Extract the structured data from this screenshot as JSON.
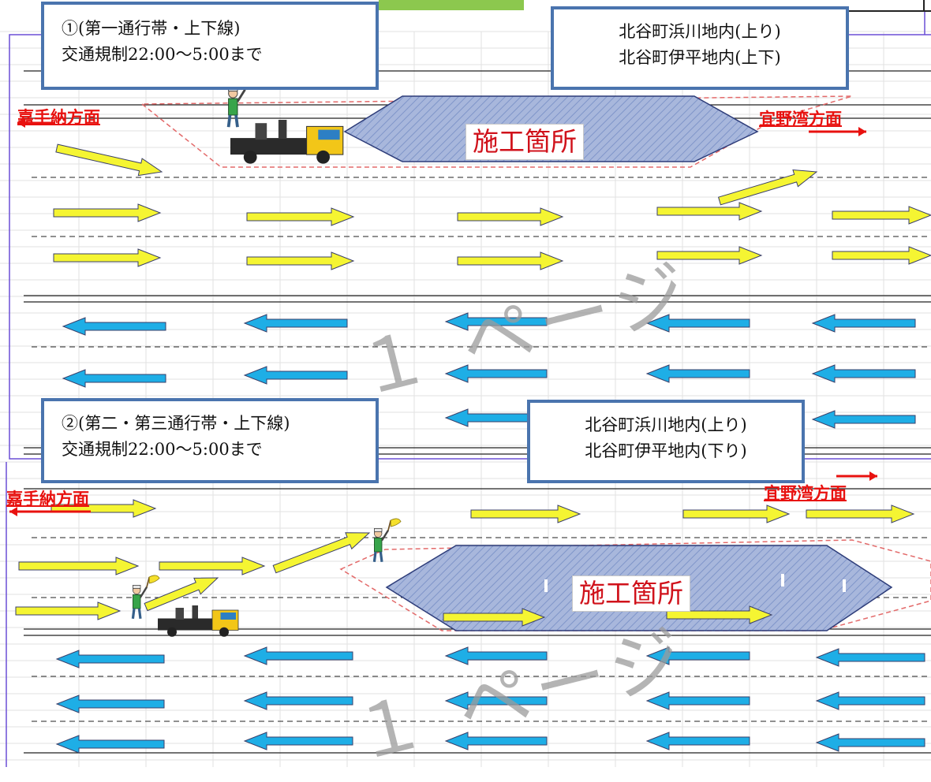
{
  "sections": [
    {
      "id": "section-1",
      "callout_left": [
        "①(第一通行帯・上下線)",
        "交通規制22:00〜5:00まで"
      ],
      "callout_right": [
        "北谷町浜川地内(上り)",
        "北谷町伊平地内(上下)"
      ],
      "direction_left": "嘉手納方面",
      "direction_right": "宜野湾方面",
      "site_label": "施工箇所",
      "watermark": "１ ページ"
    },
    {
      "id": "section-2",
      "callout_left": [
        "②(第二・第三通行帯・上下線)",
        "交通規制22:00〜5:00まで"
      ],
      "callout_right": [
        "北谷町浜川地内(上り)",
        "北谷町伊平地内(下り)"
      ],
      "direction_left": "嘉手納方面",
      "direction_right": "宜野湾方面",
      "site_label": "施工箇所",
      "watermark": "１ ページ"
    }
  ],
  "colors": {
    "eastbound_arrow": "#f5f532",
    "westbound_arrow": "#1eaee6",
    "work_zone": "#a8b7dc",
    "callout_border": "#4a74ae",
    "direction_text": "#e8110f",
    "site_text": "#d0121b"
  }
}
